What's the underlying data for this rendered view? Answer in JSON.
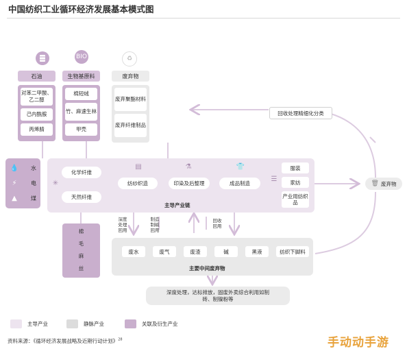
{
  "title": "中国纺织工业循环经济发展基本模式图",
  "icons": {
    "oil": "oil-drum-icon",
    "bio": "bio-icon",
    "waste": "recycle-icon"
  },
  "bio_icon_text": "BIO",
  "columns": {
    "oil": {
      "label": "石油",
      "items": [
        "对苯二甲酸、乙二醇",
        "己内酰胺",
        "丙烯腈"
      ]
    },
    "bio": {
      "label": "生物基原料",
      "items": [
        "棉短绒",
        "竹、麻速生林",
        "甲壳"
      ]
    },
    "waste": {
      "label": "废弃物",
      "items": [
        "废弃聚酯材料",
        "废弃纤维制品"
      ]
    }
  },
  "energy": {
    "items": [
      "水",
      "电",
      "煤"
    ]
  },
  "recycle_box": "回收处理精细化分类",
  "main_chain": {
    "fibers": [
      "化学纤维",
      "天然纤维"
    ],
    "steps": [
      "纺纱织造",
      "印染及后整理",
      "成品制造"
    ],
    "products": [
      "服装",
      "家纺",
      "产业用纺织品"
    ],
    "label": "主导产业链"
  },
  "natural_fiber_sources": [
    "棉",
    "毛",
    "麻",
    "丝"
  ],
  "flow_labels": {
    "a": "深度处理回用",
    "b": "制造制碱回用",
    "c": "回收回用"
  },
  "waste_band": {
    "items": [
      "废水",
      "废气",
      "废渣",
      "碱",
      "黑液",
      "纺织下脚料"
    ],
    "label": "主要中间废弃物"
  },
  "note": "深度处理，达标排放，固废外卖综合利用如制砖、制镍粉等",
  "waste_right": "废弃物",
  "legend": [
    {
      "label": "主导产业",
      "color": "#ede4ef"
    },
    {
      "label": "静脉产业",
      "color": "#dcdcdc"
    },
    {
      "label": "关联及衍生产业",
      "color": "#c9afcd"
    }
  ],
  "source": "资料来源：《循环经济发展战略及近期行动计划》",
  "source_sup": "28",
  "watermark": "手动动手游",
  "colors": {
    "purple": "#c9afcd",
    "light_purple": "#ede4ef",
    "gray": "#e9e9e9",
    "line": "#d9c5dd"
  }
}
